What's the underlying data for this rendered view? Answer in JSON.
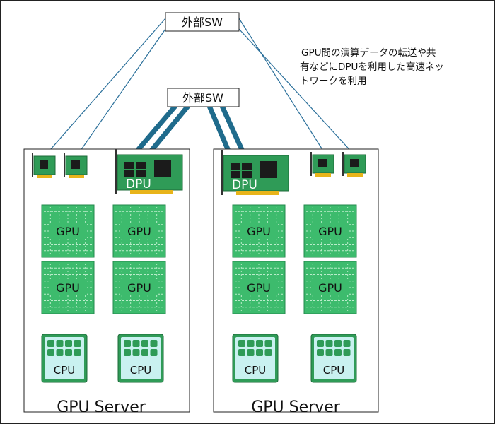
{
  "switch_top": {
    "label": "外部SW"
  },
  "switch_middle": {
    "label": "外部SW"
  },
  "annotation": {
    "lines": [
      "GPU間の演算データの転送や共",
      "有などにDPUを利用した高速ネッ",
      "トワークを利用"
    ]
  },
  "servers": [
    {
      "title": "GPU Server",
      "dpu_label": "DPU",
      "gpu_labels": [
        "GPU",
        "GPU",
        "GPU",
        "GPU"
      ],
      "cpu_labels": [
        "CPU",
        "CPU"
      ]
    },
    {
      "title": "GPU Server",
      "dpu_label": "DPU",
      "gpu_labels": [
        "GPU",
        "GPU",
        "GPU",
        "GPU"
      ],
      "cpu_labels": [
        "CPU",
        "CPU"
      ]
    }
  ],
  "colors": {
    "board_green": "#2f9b57",
    "gpu_green": "#3dbb6d",
    "cpu_fill": "#c9f1f0",
    "cable_blue": "#1f6b8c",
    "chip_dark": "#1b1b1b",
    "connector_gold": "#e8b41a"
  }
}
